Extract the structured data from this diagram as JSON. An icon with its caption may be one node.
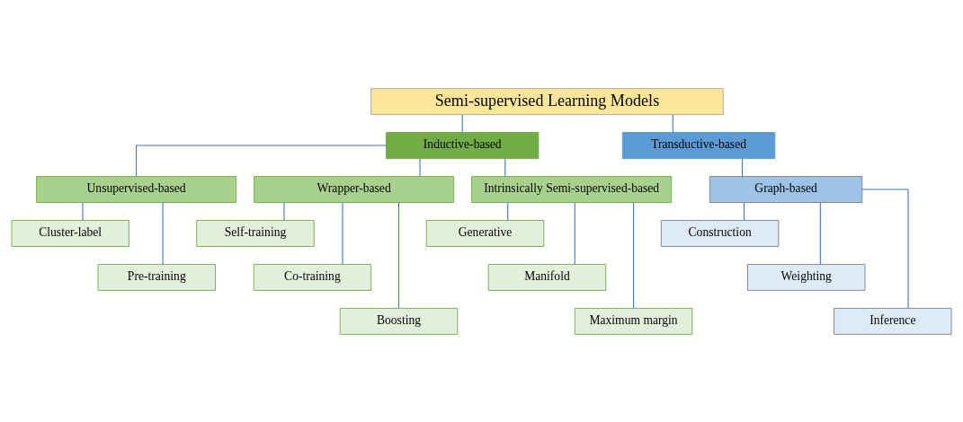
{
  "diagram": {
    "nodes": [
      {
        "text": [
          "Semi-supervised Learning Models"
        ]
      },
      {
        "text": [
          "Inductive-based"
        ]
      },
      {
        "text": [
          "Transductive-based"
        ]
      },
      {
        "text": [
          "Unsupervised-based"
        ]
      },
      {
        "text": [
          "Wrapper-based"
        ]
      },
      {
        "text": [
          "Intrinsically Semi-supervised-based"
        ]
      },
      {
        "text": [
          "Graph-based"
        ]
      },
      {
        "text": [
          "Cluster-label"
        ]
      },
      {
        "text": [
          "Pre-training"
        ]
      },
      {
        "text": [
          "Self-training"
        ]
      },
      {
        "text": [
          "Co-training"
        ]
      },
      {
        "text": [
          "Boosting"
        ]
      },
      {
        "text": [
          "Generative"
        ]
      },
      {
        "text": [
          "Manifold"
        ]
      },
      {
        "text": [
          "Maximum margin"
        ]
      },
      {
        "text": [
          "Construction"
        ]
      },
      {
        "text": [
          "Weighting"
        ]
      },
      {
        "text": [
          "Inference"
        ]
      }
    ],
    "edges": [
      {
        "from": 0,
        "to": 1,
        "arrow": "none"
      },
      {
        "from": 0,
        "to": 2,
        "arrow": "none"
      },
      {
        "from": 1,
        "to": 3,
        "arrow": "none"
      },
      {
        "from": 1,
        "to": 4,
        "arrow": "none"
      },
      {
        "from": 1,
        "to": 5,
        "arrow": "none"
      },
      {
        "from": 2,
        "to": 6,
        "arrow": "none"
      },
      {
        "from": 3,
        "to": 7,
        "arrow": "none"
      },
      {
        "from": 3,
        "to": 8,
        "arrow": "none"
      },
      {
        "from": 4,
        "to": 9,
        "arrow": "none"
      },
      {
        "from": 4,
        "to": 10,
        "arrow": "none"
      },
      {
        "from": 4,
        "to": 11,
        "arrow": "none"
      },
      {
        "from": 5,
        "to": 12,
        "arrow": "none"
      },
      {
        "from": 5,
        "to": 13,
        "arrow": "none"
      },
      {
        "from": 5,
        "to": 14,
        "arrow": "none"
      },
      {
        "from": 6,
        "to": 15,
        "arrow": "none"
      },
      {
        "from": 6,
        "to": 16,
        "arrow": "none"
      },
      {
        "from": 6,
        "to": 17,
        "arrow": "none"
      }
    ]
  }
}
